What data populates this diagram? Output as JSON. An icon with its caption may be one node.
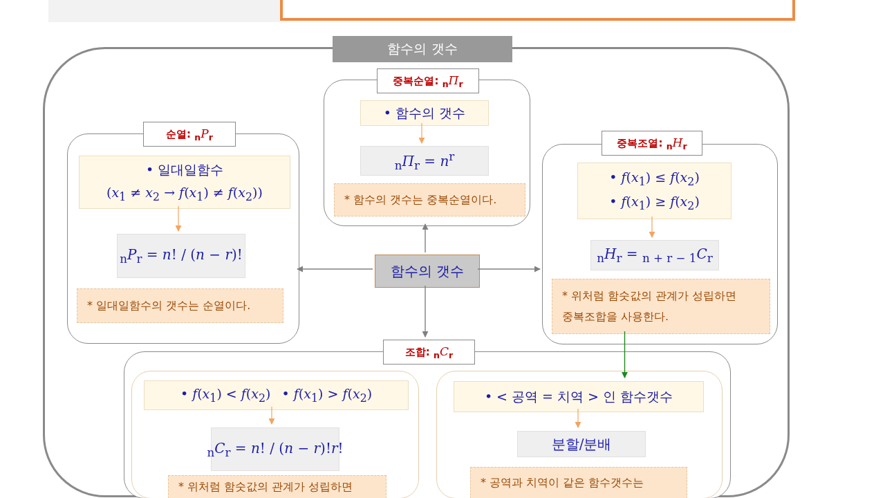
{
  "diagram": {
    "nodes": [
      {
        "text": [
          "함수의 갯수"
        ]
      },
      {
        "text": [
          "순열: $_{n}$*P*$_{r}$"
        ],
        "in": 0
      },
      {
        "text": [
          "• 일대일함수",
          "(*x*$_{1}$ ≠ *x*$_{2}$ → *f*(*x*$_{1}$) ≠ *f*(*x*$_{2}$))"
        ],
        "in": 1
      },
      {
        "text": [
          "$_{n}$*P*$_{r}$ = *n*! / (*n* − *r*)!"
        ],
        "in": 1
      },
      {
        "text": [
          "* 일대일함수의 갯수는 순열이다."
        ],
        "in": 1
      },
      {
        "text": [
          "중복순열: $_{n}$*Π*$_{r}$"
        ],
        "in": 0
      },
      {
        "text": [
          "• 함수의 갯수"
        ],
        "in": 5
      },
      {
        "text": [
          "$_{n}$*Π*$_{r}$ = *n*$^{r}$"
        ],
        "in": 5
      },
      {
        "text": [
          "* 함수의 갯수는 중복순열이다."
        ],
        "in": 5
      },
      {
        "text": [
          "함수의 갯수"
        ],
        "in": 0
      },
      {
        "text": [
          "중복조열: $_{n}$*H*$_{r}$"
        ],
        "in": 0
      },
      {
        "text": [
          "• *f*(*x*$_{1}$) ≤ *f*(*x*$_{2}$)",
          "• *f*(*x*$_{1}$) ≥ *f*(*x*$_{2}$)"
        ],
        "in": 10
      },
      {
        "text": [
          "$_{n}$*H*$_{r}$ = $_{n + r − 1}$*C*$_{r}$"
        ],
        "in": 10
      },
      {
        "text": [
          "* 위처럼 함숫값의 관계가 성립하면 중복조합을 사용한다."
        ],
        "in": 10
      },
      {
        "text": [
          "조합: $_{n}$*C*$_{r}$"
        ],
        "in": 0
      },
      {
        "text": [],
        "shape": "box",
        "in": 14
      },
      {
        "text": [
          "• *f*(*x*$_{1}$) < *f*(*x*$_{2}$)",
          "• *f*(*x*$_{1}$) > *f*(*x*$_{2}$)"
        ],
        "in": 15
      },
      {
        "text": [
          "$_{n}$*C*$_{r}$ = *n*! / (*n* − *r*)!*r*!"
        ],
        "in": 15
      },
      {
        "text": [
          "* 위처럼 함숫값의 관계가 성립하면"
        ],
        "in": 15
      },
      {
        "text": [],
        "shape": "box",
        "in": 14
      },
      {
        "text": [
          "• < 공역 = 치역 > 인 함수갯수"
        ],
        "in": 19
      },
      {
        "text": [
          "분할/분배"
        ],
        "in": 19
      },
      {
        "text": [
          "* 공역과 치역이 같은 함수갯수는"
        ],
        "in": 19
      }
    ],
    "edges": [
      {
        "from": 2,
        "to": 3,
        "arrow": "to"
      },
      {
        "from": 6,
        "to": 7,
        "arrow": "to"
      },
      {
        "from": 9,
        "to": 5,
        "arrow": "to",
        "color": "#808080"
      },
      {
        "from": 9,
        "to": 1,
        "arrow": "to",
        "color": "#808080"
      },
      {
        "from": 9,
        "to": 10,
        "arrow": "to",
        "color": "#808080"
      },
      {
        "from": 11,
        "to": 12,
        "arrow": "to"
      },
      {
        "from": 9,
        "to": 14,
        "arrow": "to",
        "color": "#808080"
      },
      {
        "from": 16,
        "to": 17,
        "arrow": "to"
      },
      {
        "from": 20,
        "to": 21,
        "arrow": "to"
      },
      {
        "from": 13,
        "to": 20,
        "arrow": "to",
        "color": "#1e8a1e"
      }
    ]
  }
}
